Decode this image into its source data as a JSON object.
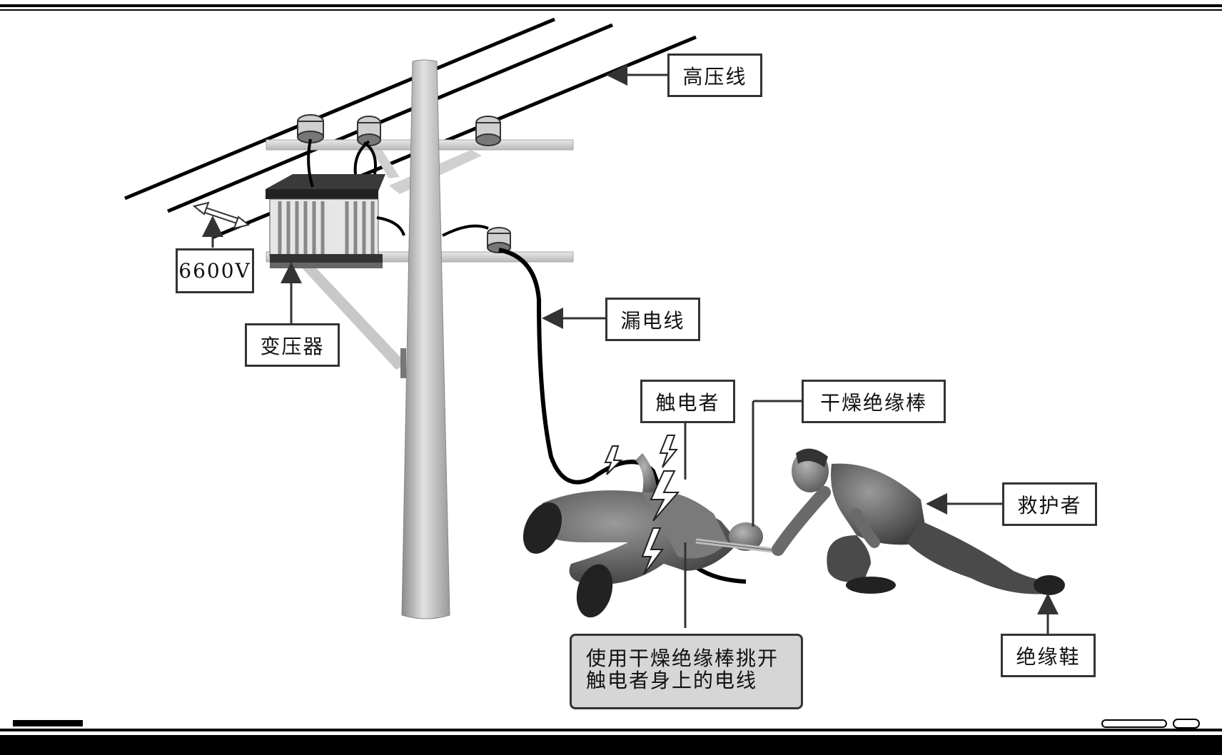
{
  "labels": {
    "high_voltage_line": "高压线",
    "voltage": "6600V",
    "transformer": "变压器",
    "leaking_wire": "漏电线",
    "victim": "触电者",
    "dry_insulating_rod": "干燥绝缘棒",
    "rescuer": "救护者",
    "insulating_shoes": "绝缘鞋"
  },
  "note": {
    "line1": "使用干燥绝缘棒挑开",
    "line2": "触电者身上的电线"
  }
}
